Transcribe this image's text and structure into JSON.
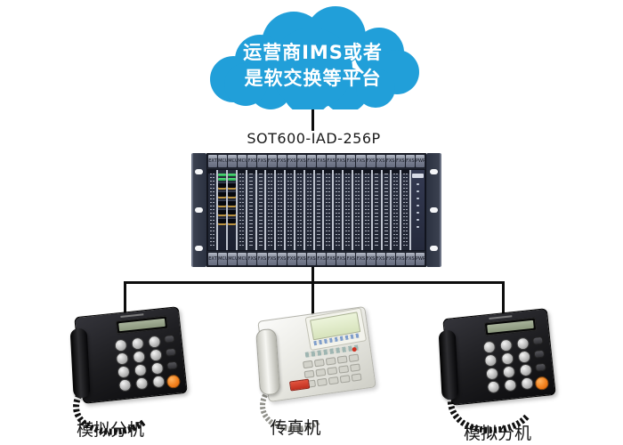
{
  "diagram": {
    "cloud": {
      "text_line1": "运营商IMS或者",
      "text_line2": "是软交换等平台",
      "fill": "#219FD9",
      "text_color": "#ffffff"
    },
    "device": {
      "name": "SOT600-IAD-256P",
      "slots": [
        {
          "label": "EXT",
          "type": "blank"
        },
        {
          "label": "MCU",
          "type": "mcu"
        },
        {
          "label": "MCU",
          "type": "mcu"
        },
        {
          "label": "MCU",
          "type": "blank"
        },
        {
          "label": "FXS",
          "type": "fxs"
        },
        {
          "label": "FXS",
          "type": "fxs"
        },
        {
          "label": "FXS",
          "type": "fxs"
        },
        {
          "label": "FXS",
          "type": "fxs"
        },
        {
          "label": "FXS",
          "type": "fxs"
        },
        {
          "label": "FXS",
          "type": "fxs"
        },
        {
          "label": "FXS",
          "type": "fxs"
        },
        {
          "label": "FXS",
          "type": "fxs"
        },
        {
          "label": "FXS",
          "type": "fxs"
        },
        {
          "label": "FXS",
          "type": "fxs"
        },
        {
          "label": "FXS",
          "type": "fxs"
        },
        {
          "label": "FXS",
          "type": "fxs"
        },
        {
          "label": "FXS",
          "type": "fxs"
        },
        {
          "label": "FXS",
          "type": "fxs"
        },
        {
          "label": "FXS",
          "type": "fxs"
        },
        {
          "label": "FXS",
          "type": "fxs"
        },
        {
          "label": "FXS",
          "type": "fxs"
        },
        {
          "label": "PWR",
          "type": "panel"
        }
      ],
      "status_led_count": 7
    },
    "endpoints": [
      {
        "kind": "analog-phone",
        "label": "模拟分机"
      },
      {
        "kind": "fax-machine",
        "label": "传真机"
      },
      {
        "kind": "analog-phone",
        "label": "模拟分机"
      }
    ],
    "line_color": "#0d0d0d"
  }
}
